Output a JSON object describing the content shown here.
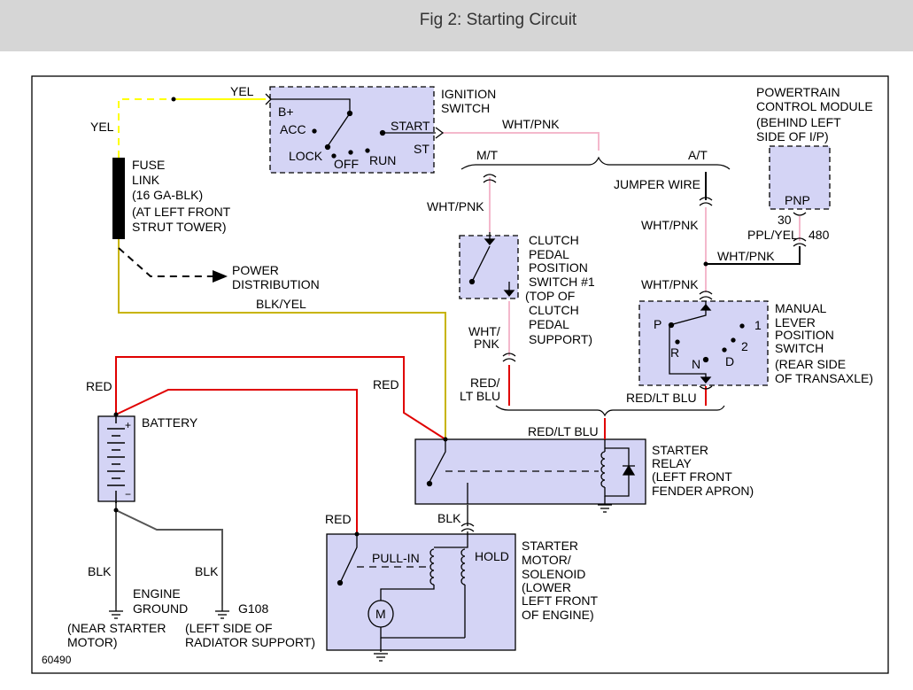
{
  "header": {
    "title": "Fig 2: Starting Circuit"
  },
  "colors": {
    "header_bg": "#d6d6d6",
    "component_fill": "#d4d4f5",
    "wire_yel": "#ffff00",
    "wire_red": "#e00000",
    "wire_wht_pnk": "#f4b8cc",
    "wire_blk_yel": "#c8b400",
    "wire_blk": "#555555"
  },
  "diagram": {
    "figure_number": "60490",
    "ignition_switch": {
      "name": [
        "IGNITION",
        "SWITCH"
      ],
      "pins": {
        "bplus": "B+",
        "acc": "ACC",
        "lock": "LOCK",
        "off": "OFF",
        "run": "RUN",
        "start": "START",
        "st": "ST"
      }
    },
    "fuse_link": {
      "lines": [
        "FUSE",
        "LINK",
        "(16 GA-BLK)",
        "(AT LEFT FRONT",
        "STRUT TOWER)"
      ]
    },
    "power_distribution": [
      "POWER",
      "DISTRIBUTION"
    ],
    "pcm": {
      "lines": [
        "POWERTRAIN",
        "CONTROL MODULE",
        "(BEHIND LEFT",
        " SIDE OF I/P)"
      ],
      "pin_label": "PNP",
      "pin_30": "30",
      "pin_480": "480"
    },
    "clutch_switch": {
      "lines": [
        "CLUTCH",
        "PEDAL",
        "POSITION",
        "SWITCH #1",
        "(TOP OF",
        "CLUTCH",
        "PEDAL",
        "SUPPORT)"
      ]
    },
    "mlps": {
      "lines": [
        "MANUAL",
        "LEVER",
        "POSITION",
        "SWITCH",
        "(REAR SIDE",
        " OF TRANSAXLE)"
      ],
      "positions": {
        "p": "P",
        "r": "R",
        "n": "N",
        "d": "D",
        "one": "1",
        "two": "2"
      }
    },
    "battery": {
      "name": "BATTERY",
      "plus": "+",
      "minus": "−"
    },
    "starter_relay": {
      "lines": [
        "STARTER",
        "RELAY",
        "(LEFT FRONT",
        " FENDER APRON)"
      ]
    },
    "starter_motor": {
      "lines": [
        "STARTER",
        "MOTOR/",
        "SOLENOID",
        "(LOWER",
        "LEFT FRONT",
        "OF ENGINE)"
      ],
      "pull_in": "PULL-IN",
      "hold": "HOLD",
      "motor": "M"
    },
    "grounds": {
      "engine": [
        "ENGINE",
        "GROUND"
      ],
      "engine_loc": [
        "(NEAR STARTER",
        "MOTOR)"
      ],
      "g108": "G108",
      "g108_loc": [
        "(LEFT SIDE OF",
        "RADIATOR SUPPORT)"
      ]
    },
    "wires": {
      "yel_top": "YEL",
      "yel_left": "YEL",
      "wht_pnk_top": "WHT/PNK",
      "mt": "M/T",
      "at": "A/T",
      "jumper": "JUMPER WIRE",
      "wht_pnk_clutch": "WHT/PNK",
      "wht_pnk_jumper": "WHT/PNK",
      "ppl_yel": "PPL/YEL",
      "wht_pnk_pcm": "WHT/PNK",
      "wht_pnk_mlps": "WHT/PNK",
      "wht_pnk_clutch_out": [
        "WHT/",
        "PNK"
      ],
      "red_lt_blu_left": [
        "RED/",
        "LT BLU"
      ],
      "red_lt_blu_right": "RED/LT BLU",
      "red_lt_blu_relay": "RED/LT BLU",
      "blk_yel": "BLK/YEL",
      "red_batt": "RED",
      "red_mid": "RED",
      "red_motor": "RED",
      "blk_relay": "BLK",
      "blk_eng": "BLK",
      "blk_g108": "BLK"
    }
  }
}
